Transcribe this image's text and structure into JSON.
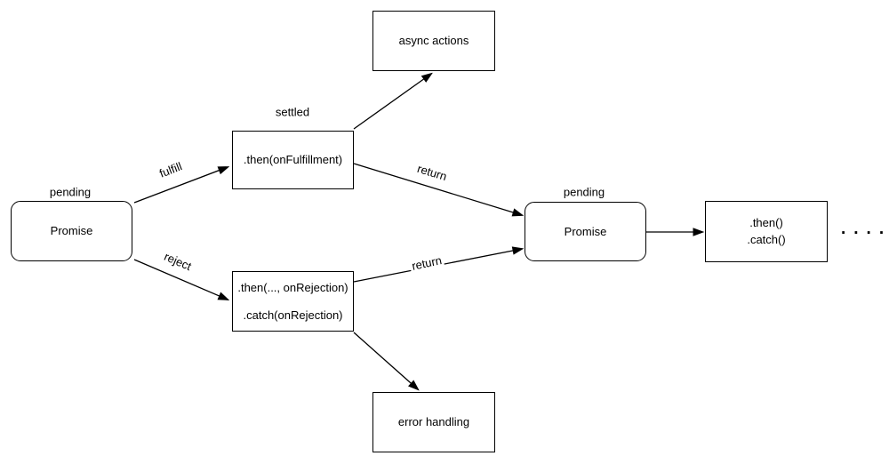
{
  "diagram": {
    "background_color": "#ffffff",
    "stroke_color": "#000000",
    "nodes": {
      "promise_initial": {
        "label": "Promise",
        "state": "pending"
      },
      "then_fulfillment": {
        "label": ".then(onFulfillment)",
        "state": "settled"
      },
      "async_actions": {
        "label": "async actions"
      },
      "then_rejection": {
        "line1": ".then(..., onRejection)",
        "line2": ".catch(onRejection)"
      },
      "error_handling": {
        "label": "error handling"
      },
      "promise_next": {
        "label": "Promise",
        "state": "pending"
      },
      "then_catch": {
        "line1": ".then()",
        "line2": ".catch()"
      },
      "continuation": {
        "label": "...."
      }
    },
    "edges": {
      "fulfill": {
        "label": "fulfill"
      },
      "reject": {
        "label": "reject"
      },
      "return_fulfilled": {
        "label": "return"
      },
      "return_rejected": {
        "label": "return"
      },
      "to_async_actions": {
        "label": ""
      },
      "to_error_handling": {
        "label": ""
      },
      "to_next_handler": {
        "label": ""
      }
    }
  }
}
